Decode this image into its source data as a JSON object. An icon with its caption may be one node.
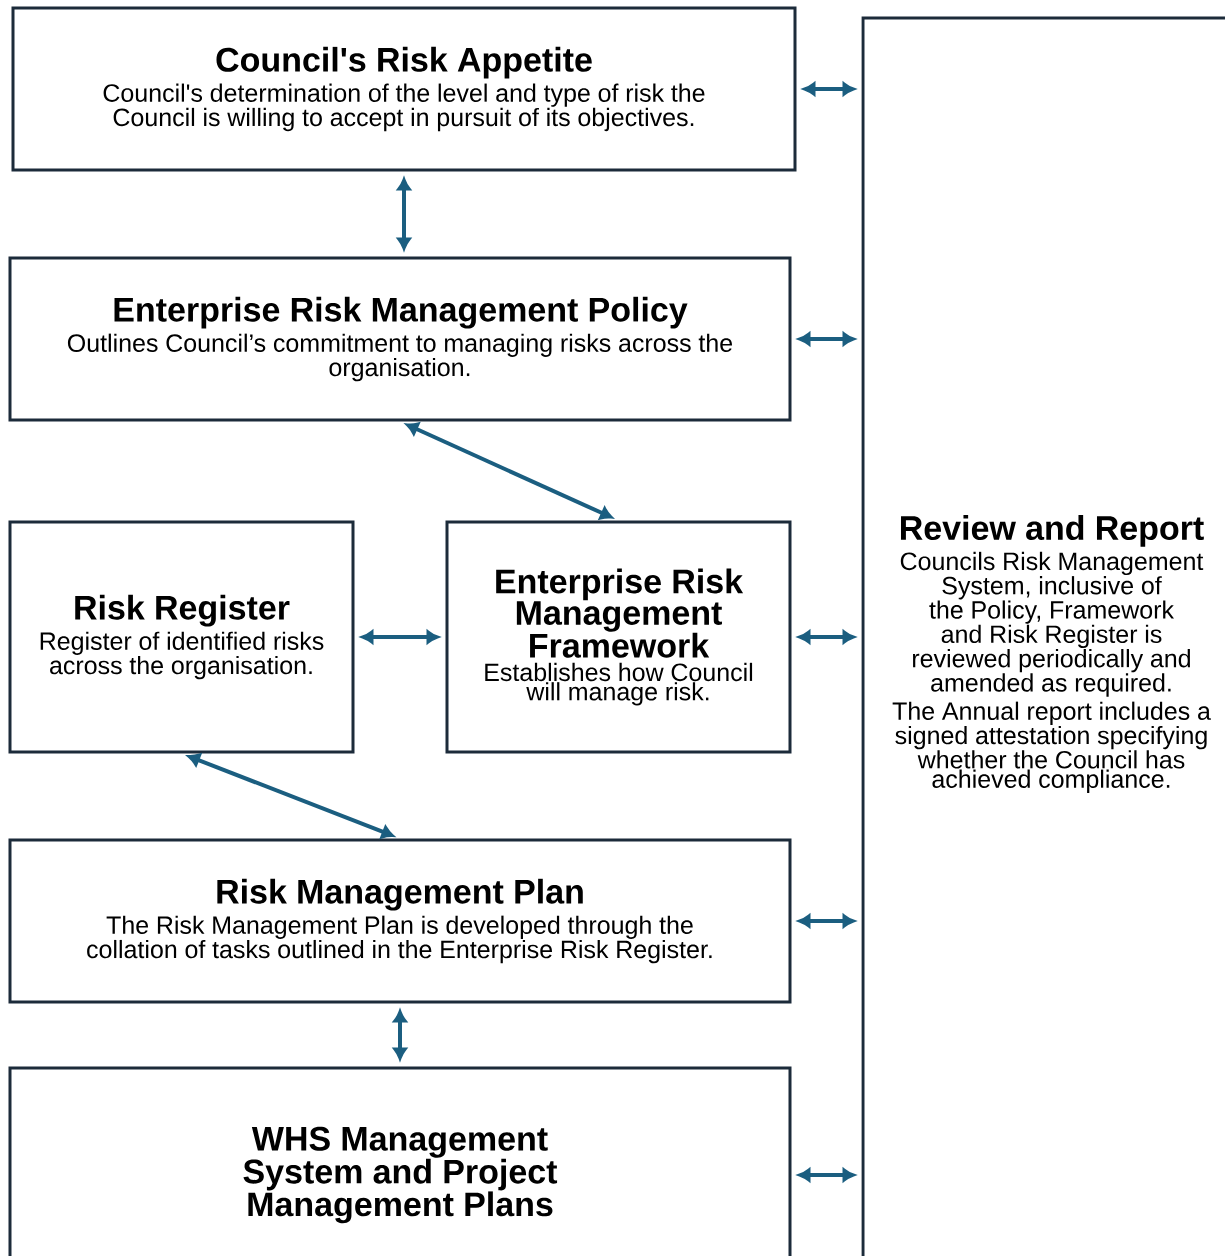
{
  "diagram": {
    "nodes": [
      {
        "text": [
          "Council's Risk Appetite",
          "Council's determination of the level and type of risk the Council is willing to accept in pursuit of its objectives."
        ]
      },
      {
        "text": [
          "Enterprise Risk Management Policy",
          "Outlines Council’s commitment to managing risks across the organisation."
        ]
      },
      {
        "text": [
          "Risk Register",
          "Register of identified risks across the organisation."
        ]
      },
      {
        "text": [
          "Enterprise Risk Management Framework",
          "Establishes how Council will manage risk."
        ]
      },
      {
        "text": [
          "Risk Management Plan",
          "The Risk Management Plan is developed through the collation of tasks outlined in the Enterprise Risk Register."
        ]
      },
      {
        "text": [
          "WHS Management System and Project Management Plans"
        ]
      },
      {
        "text": [
          "Review and Report",
          "Councils Risk Management System, inclusive of the Policy, Framework and Risk Register is reviewed periodically and amended as required.",
          "The Annual report includes a signed attestation specifying whether the Council has achieved compliance."
        ]
      }
    ],
    "edges": [
      {
        "from": 0,
        "to": 6,
        "arrow": "both"
      },
      {
        "from": 0,
        "to": 1,
        "arrow": "both"
      },
      {
        "from": 1,
        "to": 6,
        "arrow": "both"
      },
      {
        "from": 1,
        "to": 3,
        "arrow": "both"
      },
      {
        "from": 2,
        "to": 3,
        "arrow": "both"
      },
      {
        "from": 3,
        "to": 6,
        "arrow": "both"
      },
      {
        "from": 2,
        "to": 4,
        "arrow": "both"
      },
      {
        "from": 4,
        "to": 6,
        "arrow": "both"
      },
      {
        "from": 4,
        "to": 5,
        "arrow": "both"
      },
      {
        "from": 5,
        "to": 6,
        "arrow": "both"
      }
    ]
  }
}
